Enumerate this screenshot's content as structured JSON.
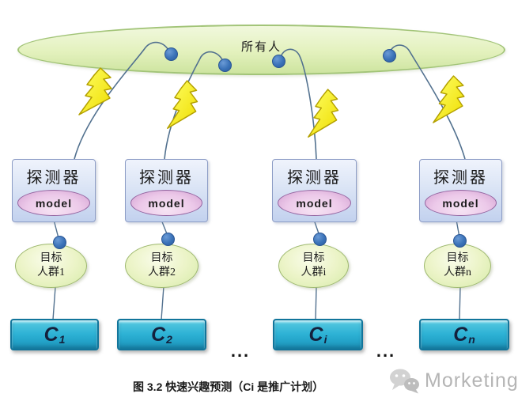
{
  "diagram": {
    "everyone_label": "所有人",
    "columns": [
      {
        "detector_label": "探测器",
        "model_label": "model",
        "target_line1": "目标",
        "target_line2": "人群1",
        "c_label": "C",
        "c_subscript": "1"
      },
      {
        "detector_label": "探测器",
        "model_label": "model",
        "target_line1": "目标",
        "target_line2": "人群2",
        "c_label": "C",
        "c_subscript": "2"
      },
      {
        "detector_label": "探测器",
        "model_label": "model",
        "target_line1": "目标",
        "target_line2": "人群i",
        "c_label": "C",
        "c_subscript": "i"
      },
      {
        "detector_label": "探测器",
        "model_label": "model",
        "target_line1": "目标",
        "target_line2": "人群n",
        "c_label": "C",
        "c_subscript": "n"
      }
    ],
    "ellipsis_left": "...",
    "ellipsis_right": "...",
    "caption": "图 3.2 快速兴趣预测（Ci 是推广计划）",
    "watermark_brand": "Morketing",
    "icons": {
      "lightning": "lightning-icon",
      "watermark_logo": "chat-bubbles-icon",
      "connection": "connection-dot"
    },
    "colors": {
      "everyone_ellipse_fill": "#e3f1bd",
      "everyone_ellipse_border": "#a2c478",
      "detector_fill": "#d5dff3",
      "detector_border": "#8d9dc6",
      "model_fill": "#ecc9e9",
      "model_border": "#93639f",
      "target_fill": "#e7f3c2",
      "target_border": "#9db86e",
      "campaign_fill": "#2db2d5",
      "campaign_border": "#11759b",
      "lightning_fill": "#f8ee2a",
      "lightning_border": "#b3a000",
      "connector_line": "#52718f",
      "dot_fill": "#3a72b8",
      "caption_text": "#1a1a1a",
      "watermark_gray": "#b5b5b5"
    }
  }
}
